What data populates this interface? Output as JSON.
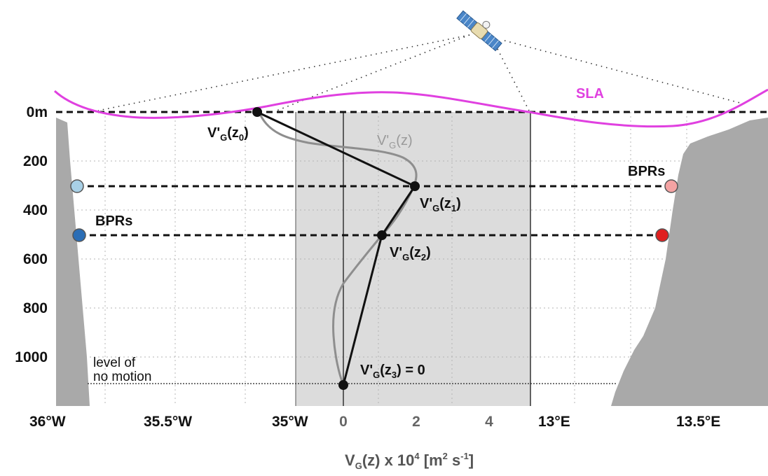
{
  "depth_axis": {
    "ticks": [
      "0m",
      "200",
      "400",
      "600",
      "800",
      "1000"
    ]
  },
  "longitude_axis": {
    "left_ticks": [
      "36°W",
      "35.5°W",
      "35°W"
    ],
    "right_ticks": [
      "13°E",
      "13.5°E"
    ]
  },
  "velocity_axis": {
    "ticks": [
      "0",
      "2",
      "4"
    ],
    "label": {
      "v": "V",
      "g": "G",
      "mid": "(z) x 10",
      "exp": "4",
      "unit_open": " [m",
      "unit_exp1": "2",
      "unit_mid": " s",
      "unit_exp2": "-1",
      "unit_close": "]"
    }
  },
  "labels": {
    "sla": "SLA",
    "bprs_left": "BPRs",
    "bprs_right": "BPRs",
    "level_of_1": "level of",
    "level_of_2": "no motion",
    "vprime": "V'",
    "g": "G",
    "z0_open": "(z",
    "z0_sub": "0",
    "z1_sub": "1",
    "z2_sub": "2",
    "z3_sub": "3",
    "close": ")",
    "z3_tail": ") = 0",
    "profile_curve": "(z)"
  },
  "colors": {
    "sla": "#e040e0",
    "bathymetry": "#a9a9a9",
    "panel": "#dcdcdc",
    "bpr_left_upper": "#a8d0e6",
    "bpr_left_lower": "#2a6db5",
    "bpr_right_upper": "#f4a3a3",
    "bpr_right_lower": "#e02020"
  },
  "icons": {
    "satellite": "satellite-icon"
  }
}
